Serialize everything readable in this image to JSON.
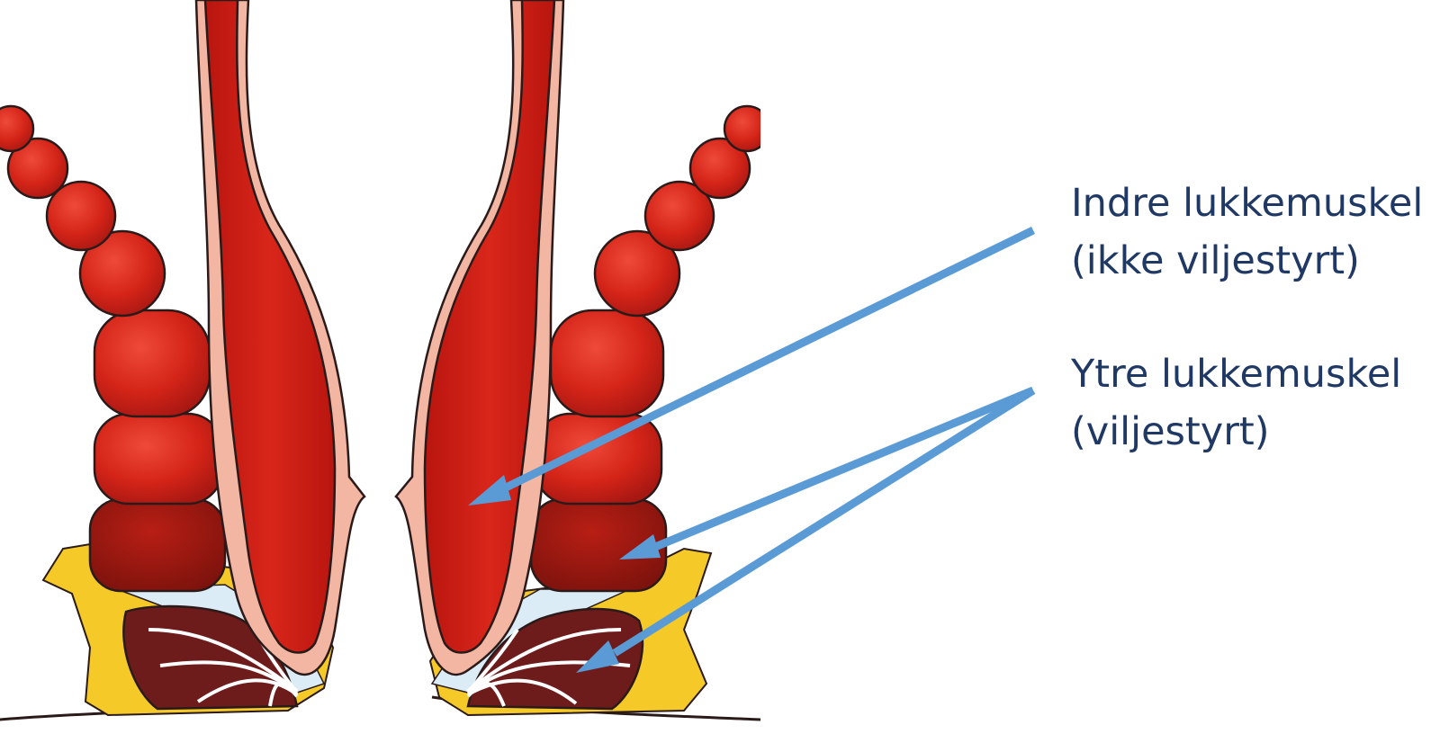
{
  "labels": {
    "internal_sphincter": {
      "title": "Indre lukkemuskel",
      "note": "(ikke viljestyrt)"
    },
    "external_sphincter": {
      "title": "Ytre lukkemuskel",
      "note": "(viljestyrt)"
    }
  },
  "colors": {
    "muscle_red": "#d42418",
    "muscle_dark": "#8e1610",
    "deep_muscle": "#6e1b1b",
    "mucosa_pink": "#f2b6a3",
    "fat_yellow": "#f5c928",
    "membrane_blue": "#dcecf7",
    "arrow_blue": "#5b9bd5",
    "outline": "#2a1a1a",
    "text_navy": "#1f3864"
  }
}
